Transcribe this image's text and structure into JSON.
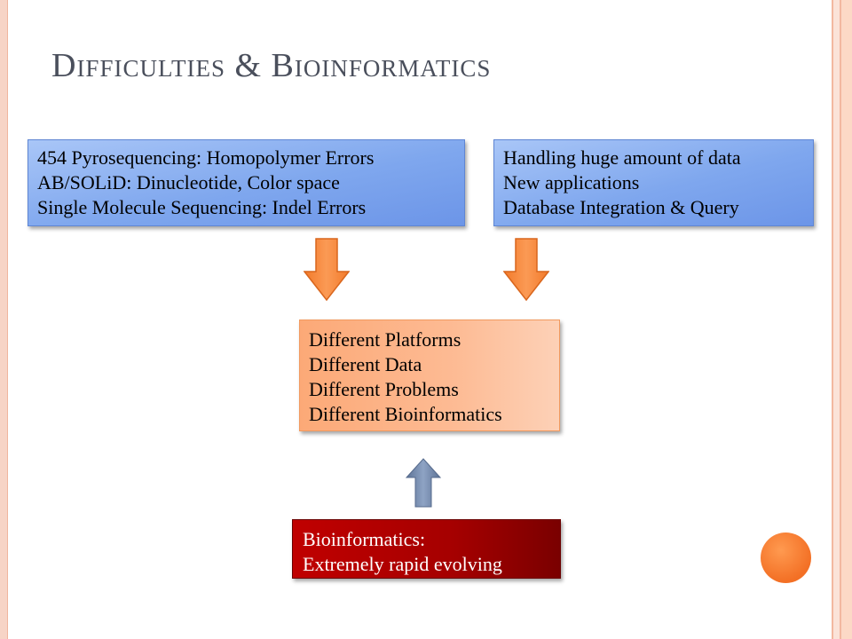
{
  "slide": {
    "title": "Difficulties & Bioinformatics",
    "box_platforms": {
      "lines": [
        "454 Pyrosequencing: Homopolymer Errors",
        "AB/SOLiD: Dinucleotide, Color space",
        "Single Molecule Sequencing: Indel Errors"
      ]
    },
    "box_data": {
      "lines": [
        "Handling huge amount of data",
        "New applications",
        "Database Integration & Query"
      ]
    },
    "box_center": {
      "lines": [
        "Different Platforms",
        "Different Data",
        "Different Problems",
        "Different Bioinformatics"
      ]
    },
    "box_bottom": {
      "lines": [
        "Bioinformatics:",
        "Extremely rapid evolving"
      ]
    }
  },
  "colors": {
    "blue_box": "#7fa7ee",
    "orange_box": "#fdbb94",
    "red_box": "#a50000",
    "orange_arrow": "#f58a3c",
    "blue_arrow": "#6f85a8",
    "accent_circle": "#f37025"
  }
}
